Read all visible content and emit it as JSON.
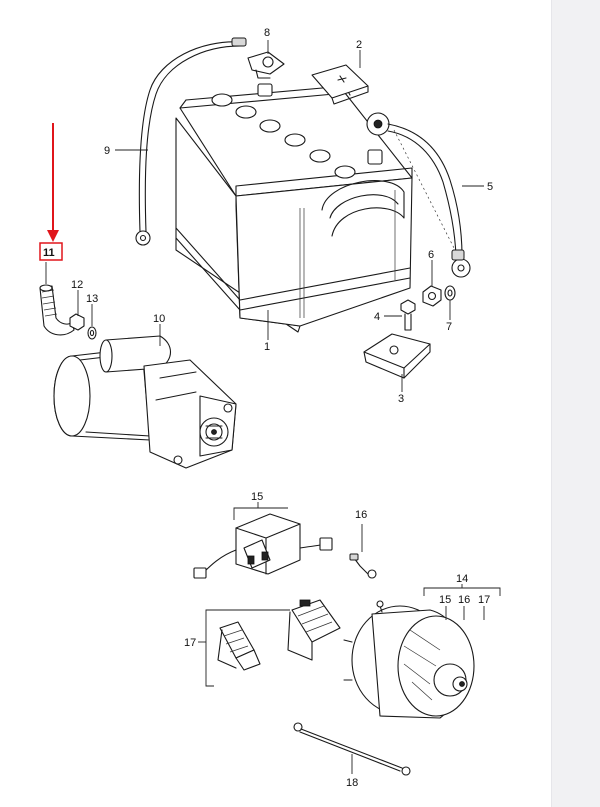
{
  "diagram": {
    "labels": {
      "p1": "1",
      "p2": "2",
      "p3": "3",
      "p4": "4",
      "p5": "5",
      "p6": "6",
      "p7": "7",
      "p8": "8",
      "p9": "9",
      "p10": "10",
      "p11": "11",
      "p12": "12",
      "p13": "13",
      "p14": "14",
      "p15": "15",
      "p15b": "15",
      "p16": "16",
      "p16b": "16",
      "p17": "17",
      "p17b": "17",
      "p18": "18"
    },
    "highlight": {
      "part": "11",
      "box_color": "#e0151b",
      "arrow_color": "#e0151b"
    }
  }
}
